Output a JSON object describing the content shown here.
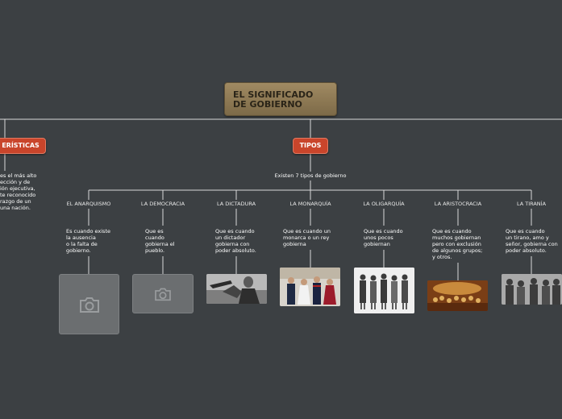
{
  "root": {
    "title_line1": "EL SIGNIFICADO",
    "title_line2": "DE GOBIERNO"
  },
  "branches": {
    "left": {
      "label": "ERÍSTICAS",
      "text": [
        "es el más alto",
        "ección y de",
        "ión ejecutiva,",
        "te reconocido",
        "razgo de un",
        "una nación."
      ]
    },
    "tipos": {
      "label": "TIPOS",
      "subtitle": "Existen 7 tipos de gobierno"
    }
  },
  "types": [
    {
      "name": "EL ANARQUISMO",
      "desc": [
        "Es cuando existe",
        "la ausencia",
        "o la falta de",
        "gobierno."
      ],
      "image": "camera-placeholder"
    },
    {
      "name": "LA DEMOCRACIA",
      "desc": [
        "Que es",
        "cuando",
        "gobierna el",
        "pueblo."
      ],
      "image": "camera-placeholder"
    },
    {
      "name": "LA DICTADURA",
      "desc": [
        "Que es cuando",
        "un dictador",
        "gobierna con",
        "poder absoluto."
      ],
      "image": "dictator-photo"
    },
    {
      "name": "LA MONARQUÍA",
      "desc": [
        "Que es cuando un",
        "monarca o un rey",
        "gobierna"
      ],
      "image": "royal-family-photo"
    },
    {
      "name": "LA OLIGARQUÍA",
      "desc": [
        "Que es cuando",
        "unos pocos",
        "gobiernan"
      ],
      "image": "group-men-photo"
    },
    {
      "name": "LA ARISTOCRACIA",
      "desc": [
        "Que es cuando",
        "muchos gobiernan",
        "pero con exclusión",
        "de algunos grupos;",
        "y otros."
      ],
      "image": "aristocracy-painting"
    },
    {
      "name": "LA TIRANÍA",
      "desc": [
        "Que es cuando",
        " un tirano, amo y",
        "señor, gobierna con",
        "poder absoluto."
      ],
      "image": "tyranny-photo"
    }
  ],
  "colors": {
    "background": "#3c4043",
    "branch": "#c9452b",
    "root": "#8f7a55",
    "line": "#d9d9d9"
  }
}
